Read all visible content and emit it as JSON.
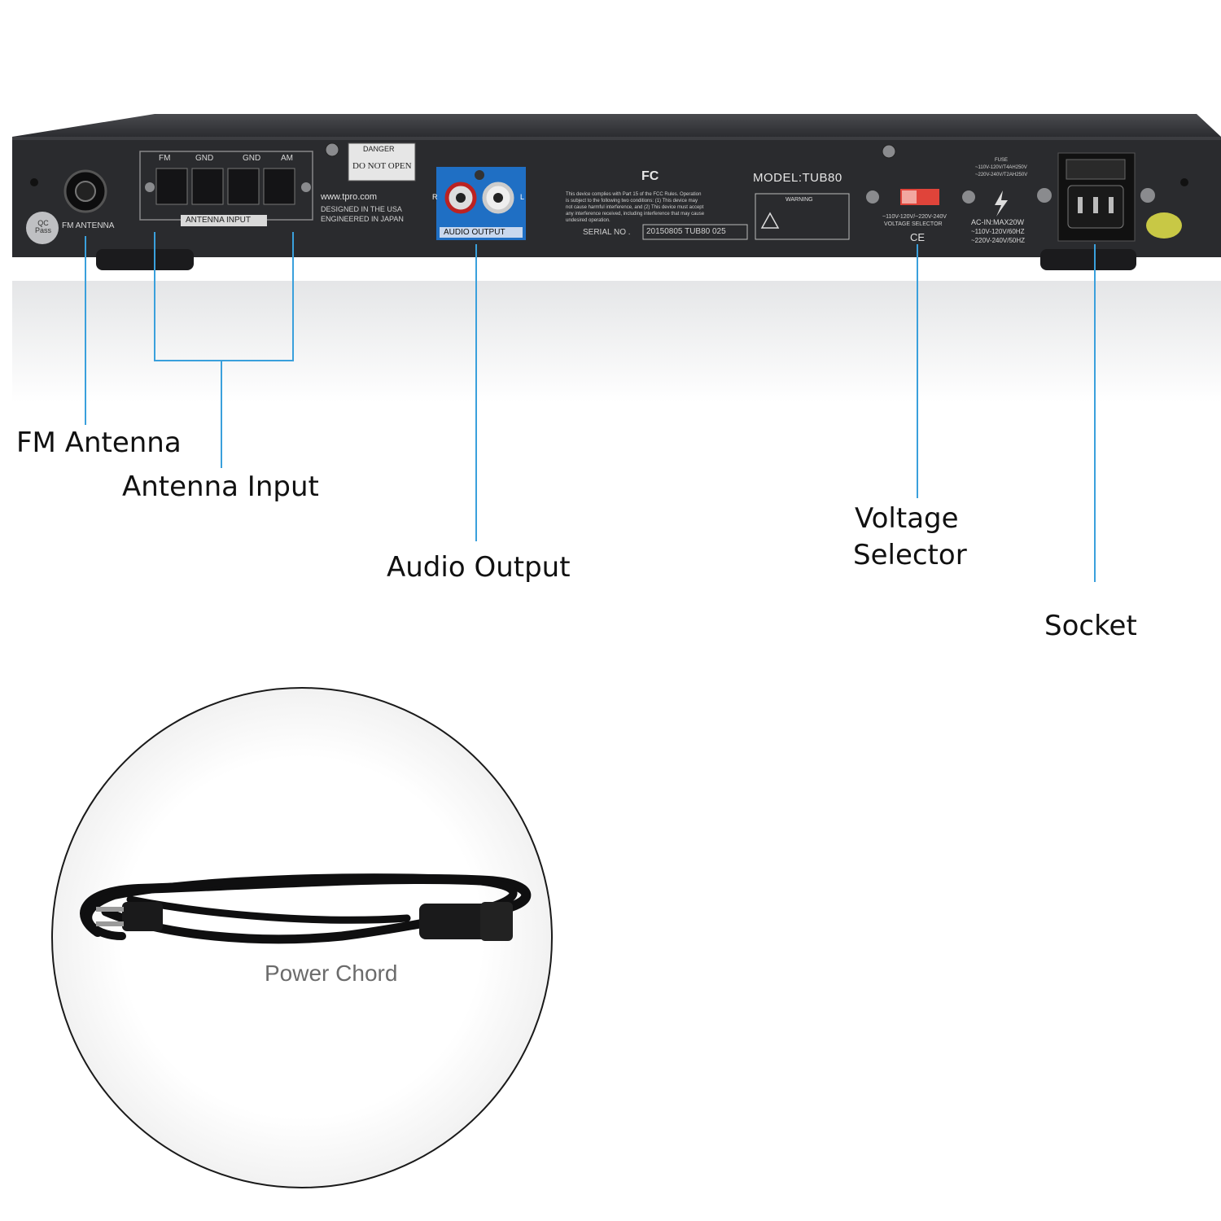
{
  "device": {
    "fm_antenna_label": "FM ANTENNA",
    "qc_badge": "QC\nPass",
    "antenna_terminals": [
      "FM",
      "GND",
      "GND",
      "AM"
    ],
    "antenna_input_label": "ANTENNA INPUT",
    "danger_title": "DANGER",
    "danger_text": "DO NOT OPEN",
    "website": "www.tpro.com",
    "designed": "DESIGNED IN THE USA",
    "engineered": "ENGINEERED IN JAPAN",
    "rca_left": "L",
    "rca_right": "R",
    "audio_output_label": "AUDIO OUTPUT",
    "fcc_logo": "FC",
    "fcc_text_1": "This device complies with Part 15 of the FCC Rules. Operation",
    "fcc_text_2": "is subject to the following two conditions: (1) This device may",
    "fcc_text_3": "not cause harmful interference, and (2) This device must accept",
    "fcc_text_4": "any interference received, including interference that may cause",
    "fcc_text_5": "undesired operation.",
    "model": "MODEL:TUB80",
    "serial_label": "SERIAL NO .",
    "serial_value": "20150805 TUB80 025",
    "warning_title": "WARNING",
    "voltage_range": "~110V-120V/~220V-240V",
    "voltage_selector_label": "VOLTAGE SELECTOR",
    "ce_mark": "CE",
    "fuse_text_1": "FUSE",
    "fuse_text_2": "~110V-120V/T4AH250V",
    "fuse_text_3": "~220V-240V/T2AH250V",
    "ac_in": "AC-IN:MAX20W",
    "ac_110": "~110V-120V/60HZ",
    "ac_220": "~220V-240V/50HZ"
  },
  "callouts": {
    "fm_antenna": "FM Antenna",
    "antenna_input": "Antenna Input",
    "audio_output": "Audio Output",
    "voltage_selector_line1": "Voltage",
    "voltage_selector_line2": "Selector",
    "socket": "Socket"
  },
  "accessory": {
    "power_cord_label": "Power Chord"
  },
  "colors": {
    "callout_line": "#3aa0dc",
    "panel": "#2a2b2e",
    "audio_plate": "#1f6fc4",
    "voltage_switch": "#e0443a"
  }
}
